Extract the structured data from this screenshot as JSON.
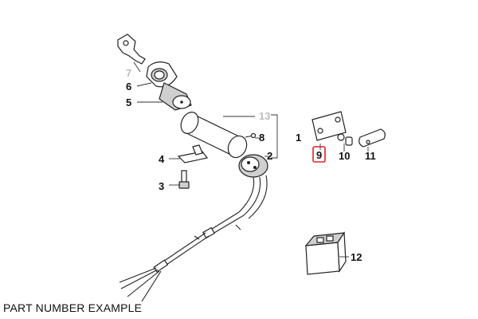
{
  "caption": "PART NUMBER EXAMPLE",
  "highlight_color": "#e0202a",
  "selected_part": "9",
  "callouts": {
    "c1": "1",
    "c2": "2",
    "c3": "3",
    "c4": "4",
    "c5": "5",
    "c6": "6",
    "c7": "7",
    "c8": "8",
    "c9": "9",
    "c10": "10",
    "c11": "11",
    "c12": "12",
    "c13": "13"
  }
}
